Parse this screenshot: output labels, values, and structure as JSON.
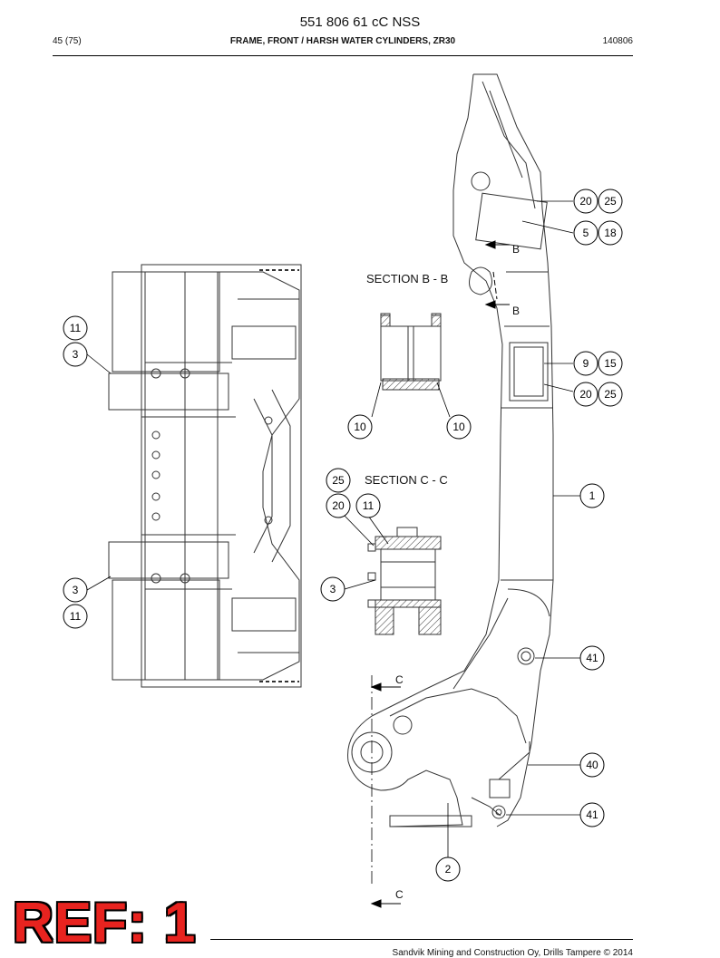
{
  "header": {
    "doc_number": "551 806 61 cC NSS",
    "page": "45 (75)",
    "subtitle": "FRAME, FRONT / HARSH WATER CYLINDERS, ZR30",
    "code": "140806"
  },
  "sections": {
    "b_title": "SECTION B - B",
    "c_title": "SECTION C - C",
    "b_mark": "B",
    "c_mark": "C"
  },
  "callouts": {
    "c20a": "20",
    "c25a": "25",
    "c5": "5",
    "c18": "18",
    "c9": "9",
    "c15": "15",
    "c20b": "20",
    "c25b": "25",
    "c1": "1",
    "c41a": "41",
    "c40": "40",
    "c41b": "41",
    "c2": "2",
    "c11a": "11",
    "c3a": "3",
    "c3b": "3",
    "c11b": "11",
    "c10a": "10",
    "c10b": "10",
    "c25c": "25",
    "c20c": "20",
    "c11c": "11",
    "c3c": "3"
  },
  "stamp": {
    "ref": "REF: 1"
  },
  "footer": {
    "copyright": "Sandvik Mining and Construction Oy, Drills Tampere © 2014"
  }
}
